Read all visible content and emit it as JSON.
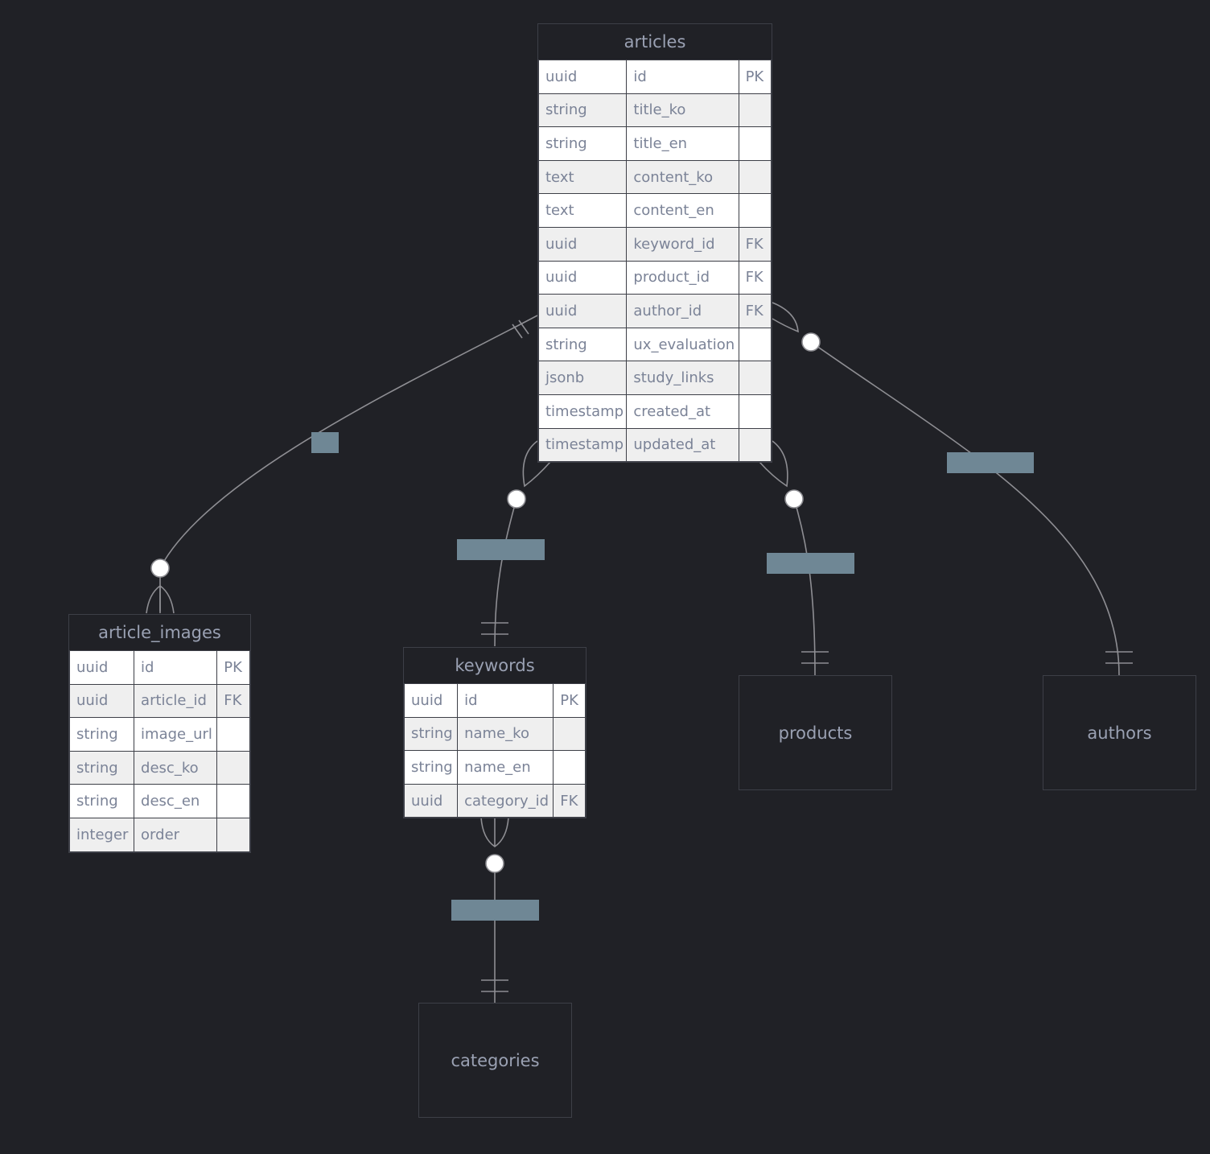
{
  "entities": {
    "articles": {
      "name": "articles",
      "attributes": [
        {
          "type": "uuid",
          "name": "id",
          "key": "PK"
        },
        {
          "type": "string",
          "name": "title_ko",
          "key": ""
        },
        {
          "type": "string",
          "name": "title_en",
          "key": ""
        },
        {
          "type": "text",
          "name": "content_ko",
          "key": ""
        },
        {
          "type": "text",
          "name": "content_en",
          "key": ""
        },
        {
          "type": "uuid",
          "name": "keyword_id",
          "key": "FK"
        },
        {
          "type": "uuid",
          "name": "product_id",
          "key": "FK"
        },
        {
          "type": "uuid",
          "name": "author_id",
          "key": "FK"
        },
        {
          "type": "string",
          "name": "ux_evaluation",
          "key": ""
        },
        {
          "type": "jsonb",
          "name": "study_links",
          "key": ""
        },
        {
          "type": "timestamp",
          "name": "created_at",
          "key": ""
        },
        {
          "type": "timestamp",
          "name": "updated_at",
          "key": ""
        }
      ]
    },
    "article_images": {
      "name": "article_images",
      "attributes": [
        {
          "type": "uuid",
          "name": "id",
          "key": "PK"
        },
        {
          "type": "uuid",
          "name": "article_id",
          "key": "FK"
        },
        {
          "type": "string",
          "name": "image_url",
          "key": ""
        },
        {
          "type": "string",
          "name": "desc_ko",
          "key": ""
        },
        {
          "type": "string",
          "name": "desc_en",
          "key": ""
        },
        {
          "type": "integer",
          "name": "order",
          "key": ""
        }
      ]
    },
    "keywords": {
      "name": "keywords",
      "attributes": [
        {
          "type": "uuid",
          "name": "id",
          "key": "PK"
        },
        {
          "type": "string",
          "name": "name_ko",
          "key": ""
        },
        {
          "type": "string",
          "name": "name_en",
          "key": ""
        },
        {
          "type": "uuid",
          "name": "category_id",
          "key": "FK"
        }
      ]
    },
    "products": {
      "name": "products"
    },
    "authors": {
      "name": "authors"
    },
    "categories": {
      "name": "categories"
    }
  },
  "colors": {
    "background": "#202126",
    "line": "#8e8e93",
    "label_box": "#6f8795",
    "entity_border": "#3d3f47",
    "text": "#9aa1b3"
  }
}
